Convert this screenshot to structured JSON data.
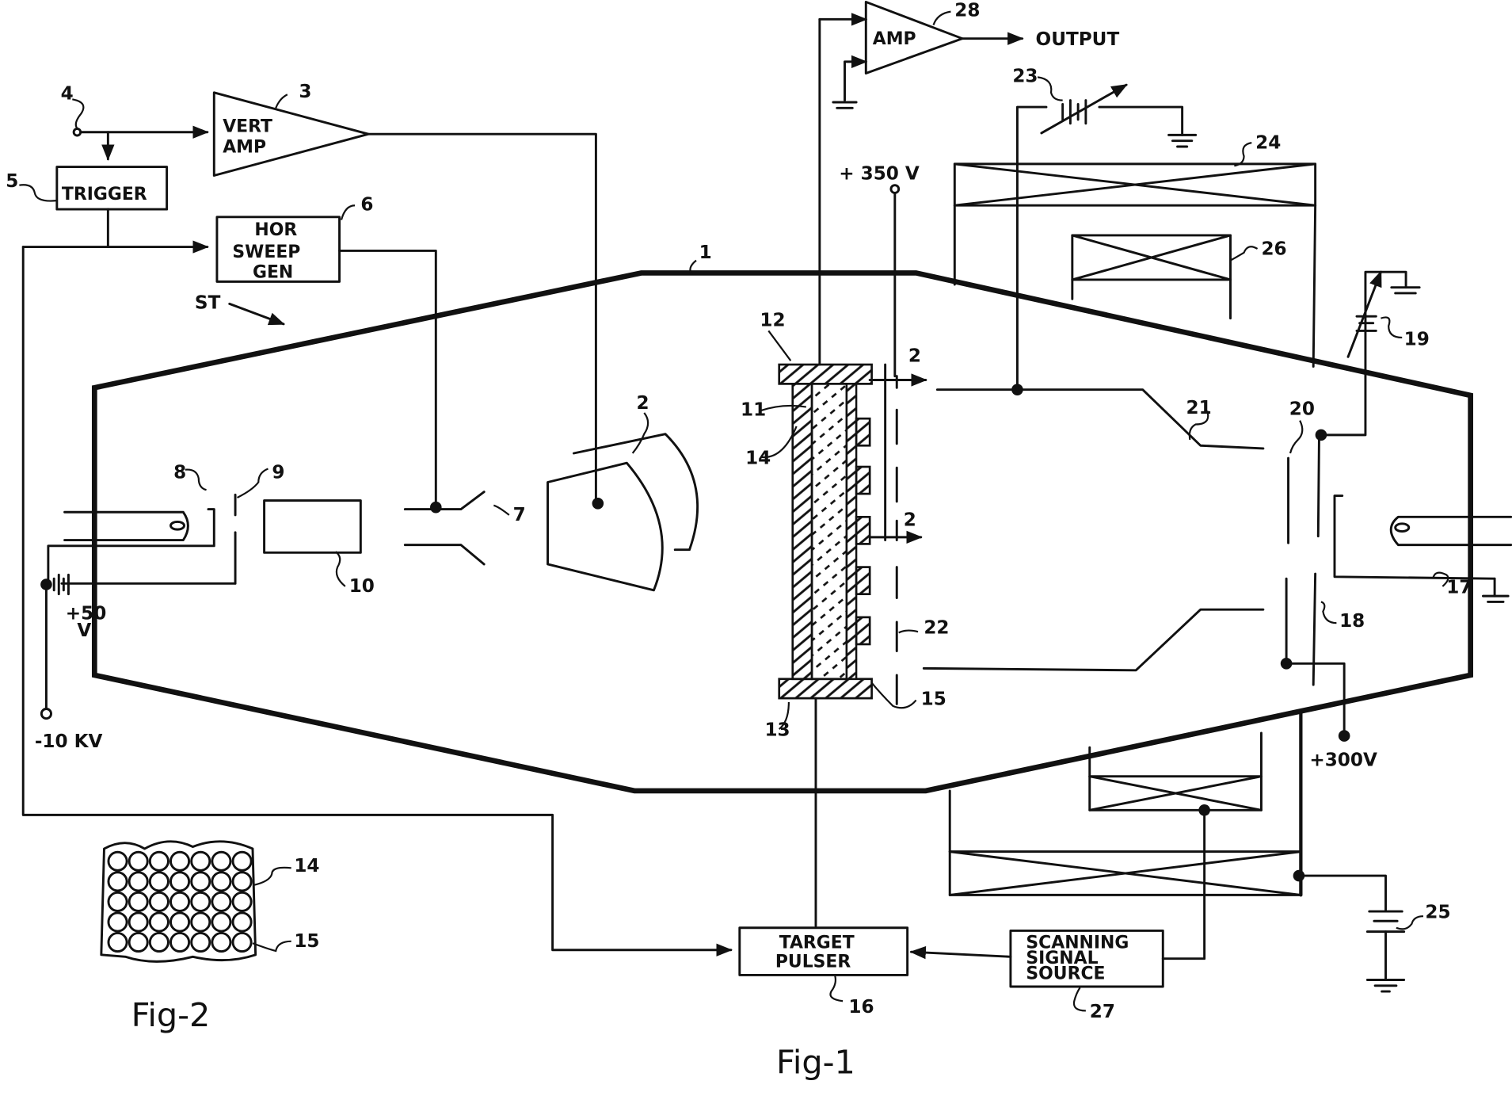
{
  "figures": {
    "fig1": "Fig-1",
    "fig2": "Fig-2"
  },
  "blocks": {
    "vert_amp": [
      "VERT",
      "AMP"
    ],
    "trigger": "TRIGGER",
    "hor_sweep_gen": [
      "HOR",
      "SWEEP",
      "GEN"
    ],
    "amp": "AMP",
    "target_pulser": [
      "TARGET",
      "PULSER"
    ],
    "scanning_signal_source": [
      "SCANNING",
      "SIGNAL",
      "SOURCE"
    ]
  },
  "signals": {
    "output": "OUTPUT",
    "st": "ST",
    "v350": "+ 350 V",
    "v300": "+300V",
    "v50": [
      "+50",
      "V"
    ],
    "neg10kv": "-10 KV"
  },
  "refs": {
    "r1": "1",
    "r2a": "2",
    "r2b": "2",
    "r2c": "2",
    "r3": "3",
    "r4": "4",
    "r5": "5",
    "r6": "6",
    "r7": "7",
    "r8": "8",
    "r9": "9",
    "r10": "10",
    "r11": "11",
    "r12": "12",
    "r13": "13",
    "r14": "14",
    "r14b": "14",
    "r15": "15",
    "r15b": "15",
    "r16": "16",
    "r17": "17",
    "r18": "18",
    "r19": "19",
    "r20": "20",
    "r21": "21",
    "r22": "22",
    "r23": "23",
    "r24": "24",
    "r25": "25",
    "r26": "26",
    "r27": "27",
    "r28": "28"
  }
}
